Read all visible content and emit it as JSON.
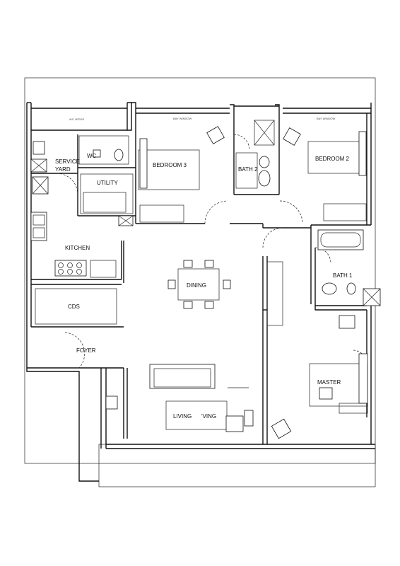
{
  "rooms": {
    "ac_ledge": "A/C LEDGE",
    "bay_window_1": "BAY WINDOW",
    "bay_window_2": "BAY WINDOW",
    "service_yard_line1": "SERVICE",
    "service_yard_line2": "YARD",
    "wc": "WC",
    "utility": "UTILITY",
    "bedroom3": "BEDROOM 3",
    "bath2": "BATH 2",
    "bedroom2": "BEDROOM 2",
    "kitchen": "KITCHEN",
    "dining": "DINING",
    "bath1": "BATH 1",
    "cds": "CDS",
    "foyer": "FOYER",
    "master": "MASTER",
    "living": "LIVING",
    "living_fragment": "'VING"
  },
  "icons": {
    "furniture": "floor-plan-furniture-symbols",
    "doors": "door-swing-arcs"
  }
}
